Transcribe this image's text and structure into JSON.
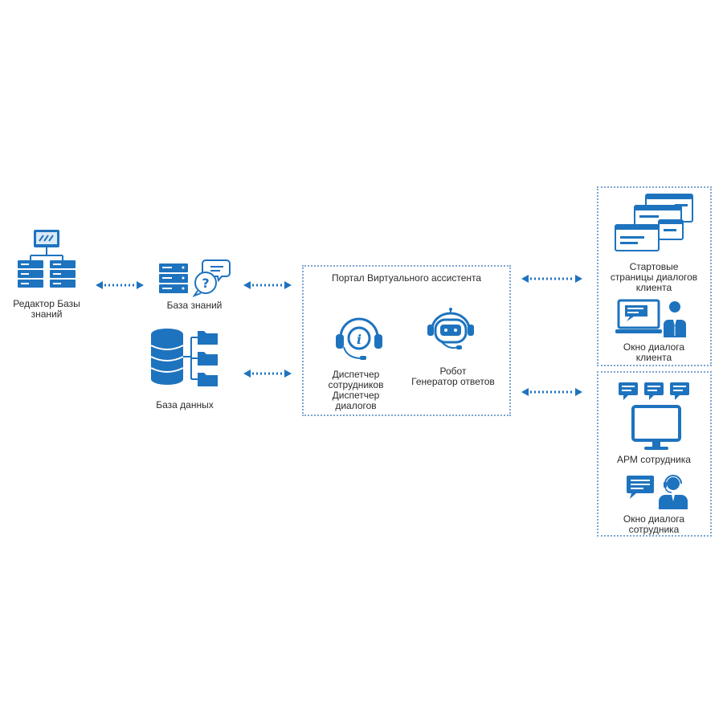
{
  "diagram": {
    "nodes": {
      "kb_editor": "Редактор Базы\nзнаний",
      "knowledge_base": "База знаний",
      "database": "База данных",
      "portal_title": "Портал Виртуального ассистента",
      "dispatcher": "Диспетчер\nсотрудников\nДиспетчер\nдиалогов",
      "robot": "Робот\nГенератор ответов",
      "start_pages": "Стартовые\nстраницы диалогов\nклиента",
      "client_window": "Окно диалога\nклиента",
      "arm": "АРМ сотрудника",
      "employee_window": "Окно диалога\nсотрудника"
    },
    "icons": {
      "kb_editor": "server-network-icon",
      "knowledge_base": "server-chat-icon",
      "database": "database-folders-icon",
      "dispatcher": "headset-info-icon",
      "robot": "robot-icon",
      "start_pages": "browser-windows-icon",
      "client_window": "laptop-user-icon",
      "arm": "monitor-chat-icon",
      "employee_window": "operator-chat-icon"
    },
    "colors": {
      "accent": "#1e73be",
      "border": "#7aa6d0",
      "text": "#2b2b2b"
    }
  }
}
